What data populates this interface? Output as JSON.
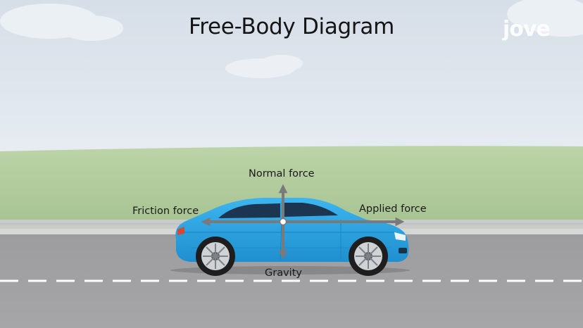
{
  "title": "Free-Body Diagram",
  "logo_text": "jove",
  "forces": {
    "normal": "Normal force",
    "friction": "Friction force",
    "applied": "Applied force",
    "gravity": "Gravity"
  },
  "colors": {
    "sky": "#dfe6ee",
    "grass": "#b7d0a4",
    "road": "#a2a2a4",
    "car_body": "#2ba6e3",
    "arrow": "#7a7a7a"
  }
}
